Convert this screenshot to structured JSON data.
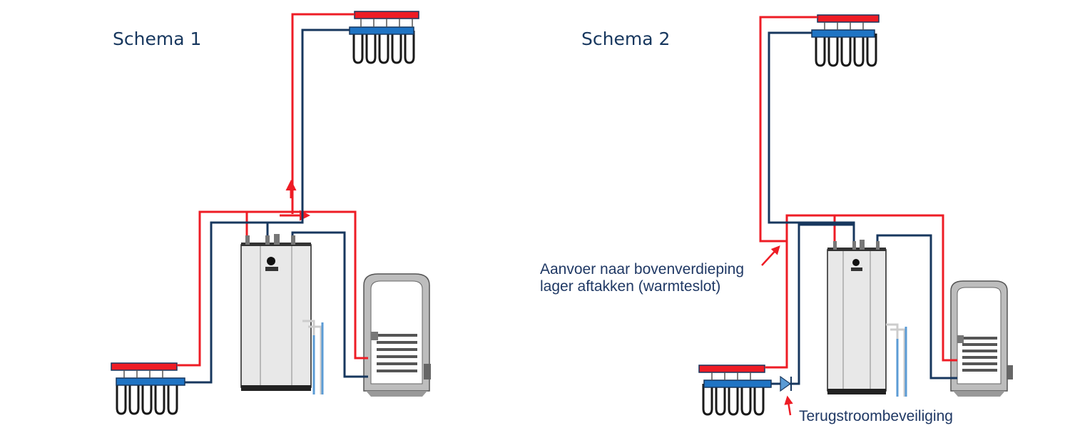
{
  "schemas": [
    {
      "title": "Schema 1"
    },
    {
      "title": "Schema 2"
    }
  ],
  "annotations": {
    "supply_line_1": "Aanvoer naar bovenverdieping",
    "supply_line_2": "lager aftakken (warmteslot)",
    "check_valve": "Terugstroombeveiliging"
  },
  "colors": {
    "supply": "#ee1c25",
    "return": "#17375e",
    "manifold_return": "#1f74c4",
    "dhw_cold": "#5b9bd5",
    "unit_body": "#e8e8e8",
    "tank_insulation": "#bdbdbd"
  }
}
